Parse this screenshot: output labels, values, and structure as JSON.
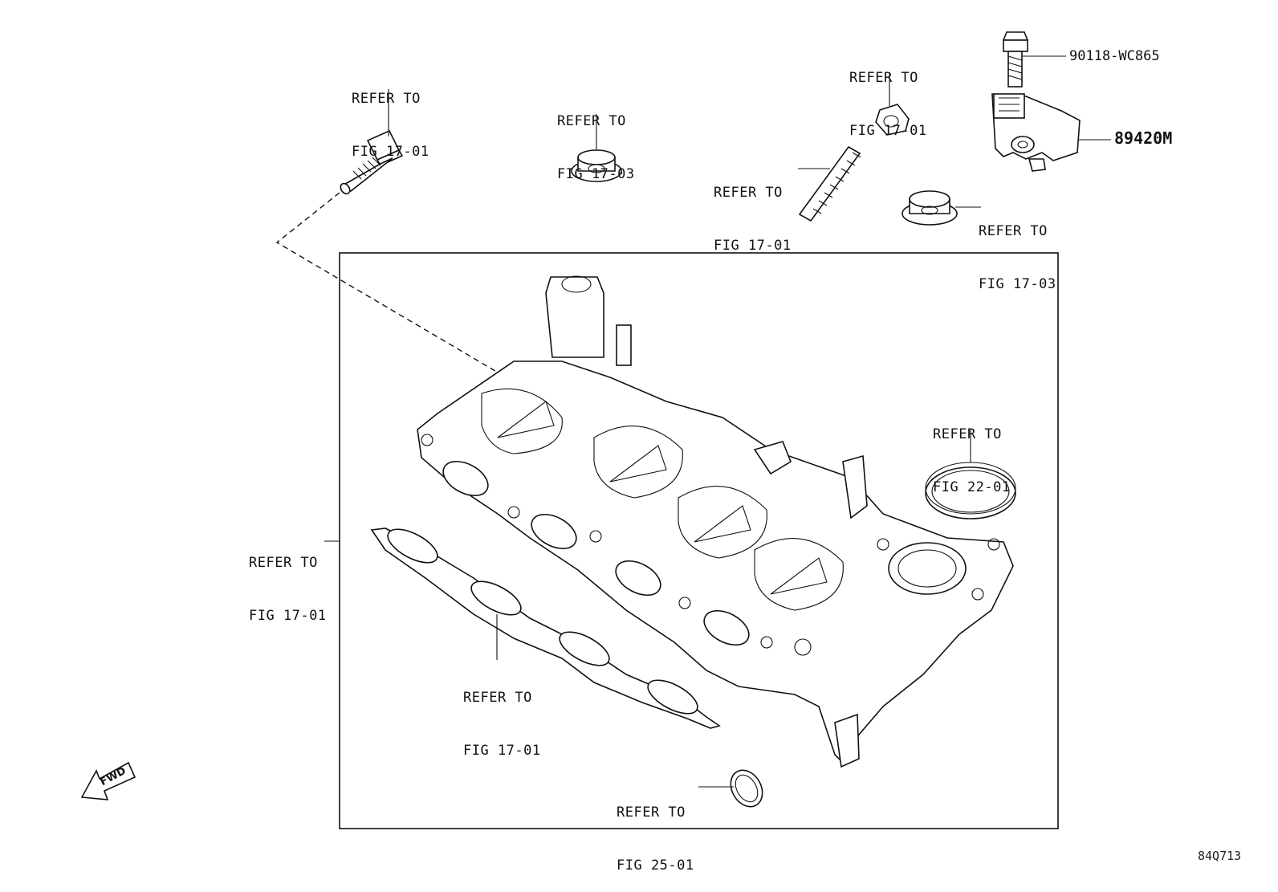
{
  "callouts": {
    "bolt_top_left": {
      "line1": "REFER TO",
      "line2": "FIG 17-01"
    },
    "nut_top": {
      "line1": "REFER TO",
      "line2": "FIG 17-03"
    },
    "nut_top_right": {
      "line1": "REFER TO",
      "line2": "FIG 17-01"
    },
    "stud": {
      "line1": "REFER TO",
      "line2": "FIG 17-01"
    },
    "nut_right": {
      "line1": "REFER TO",
      "line2": "FIG 17-03"
    },
    "gasket_ring": {
      "line1": "REFER TO",
      "line2": "FIG 22-01"
    },
    "manifold": {
      "line1": "REFER TO",
      "line2": "FIG 17-01"
    },
    "manifold_gasket": {
      "line1": "REFER TO",
      "line2": "FIG 17-01"
    },
    "bottom_ring": {
      "line1": "REFER TO",
      "line2": "FIG 25-01"
    }
  },
  "parts": {
    "sensor_bolt": "90118-WC865",
    "sensor": "89420M"
  },
  "fwd_label": "FWD",
  "illustration_id": "84Q713"
}
